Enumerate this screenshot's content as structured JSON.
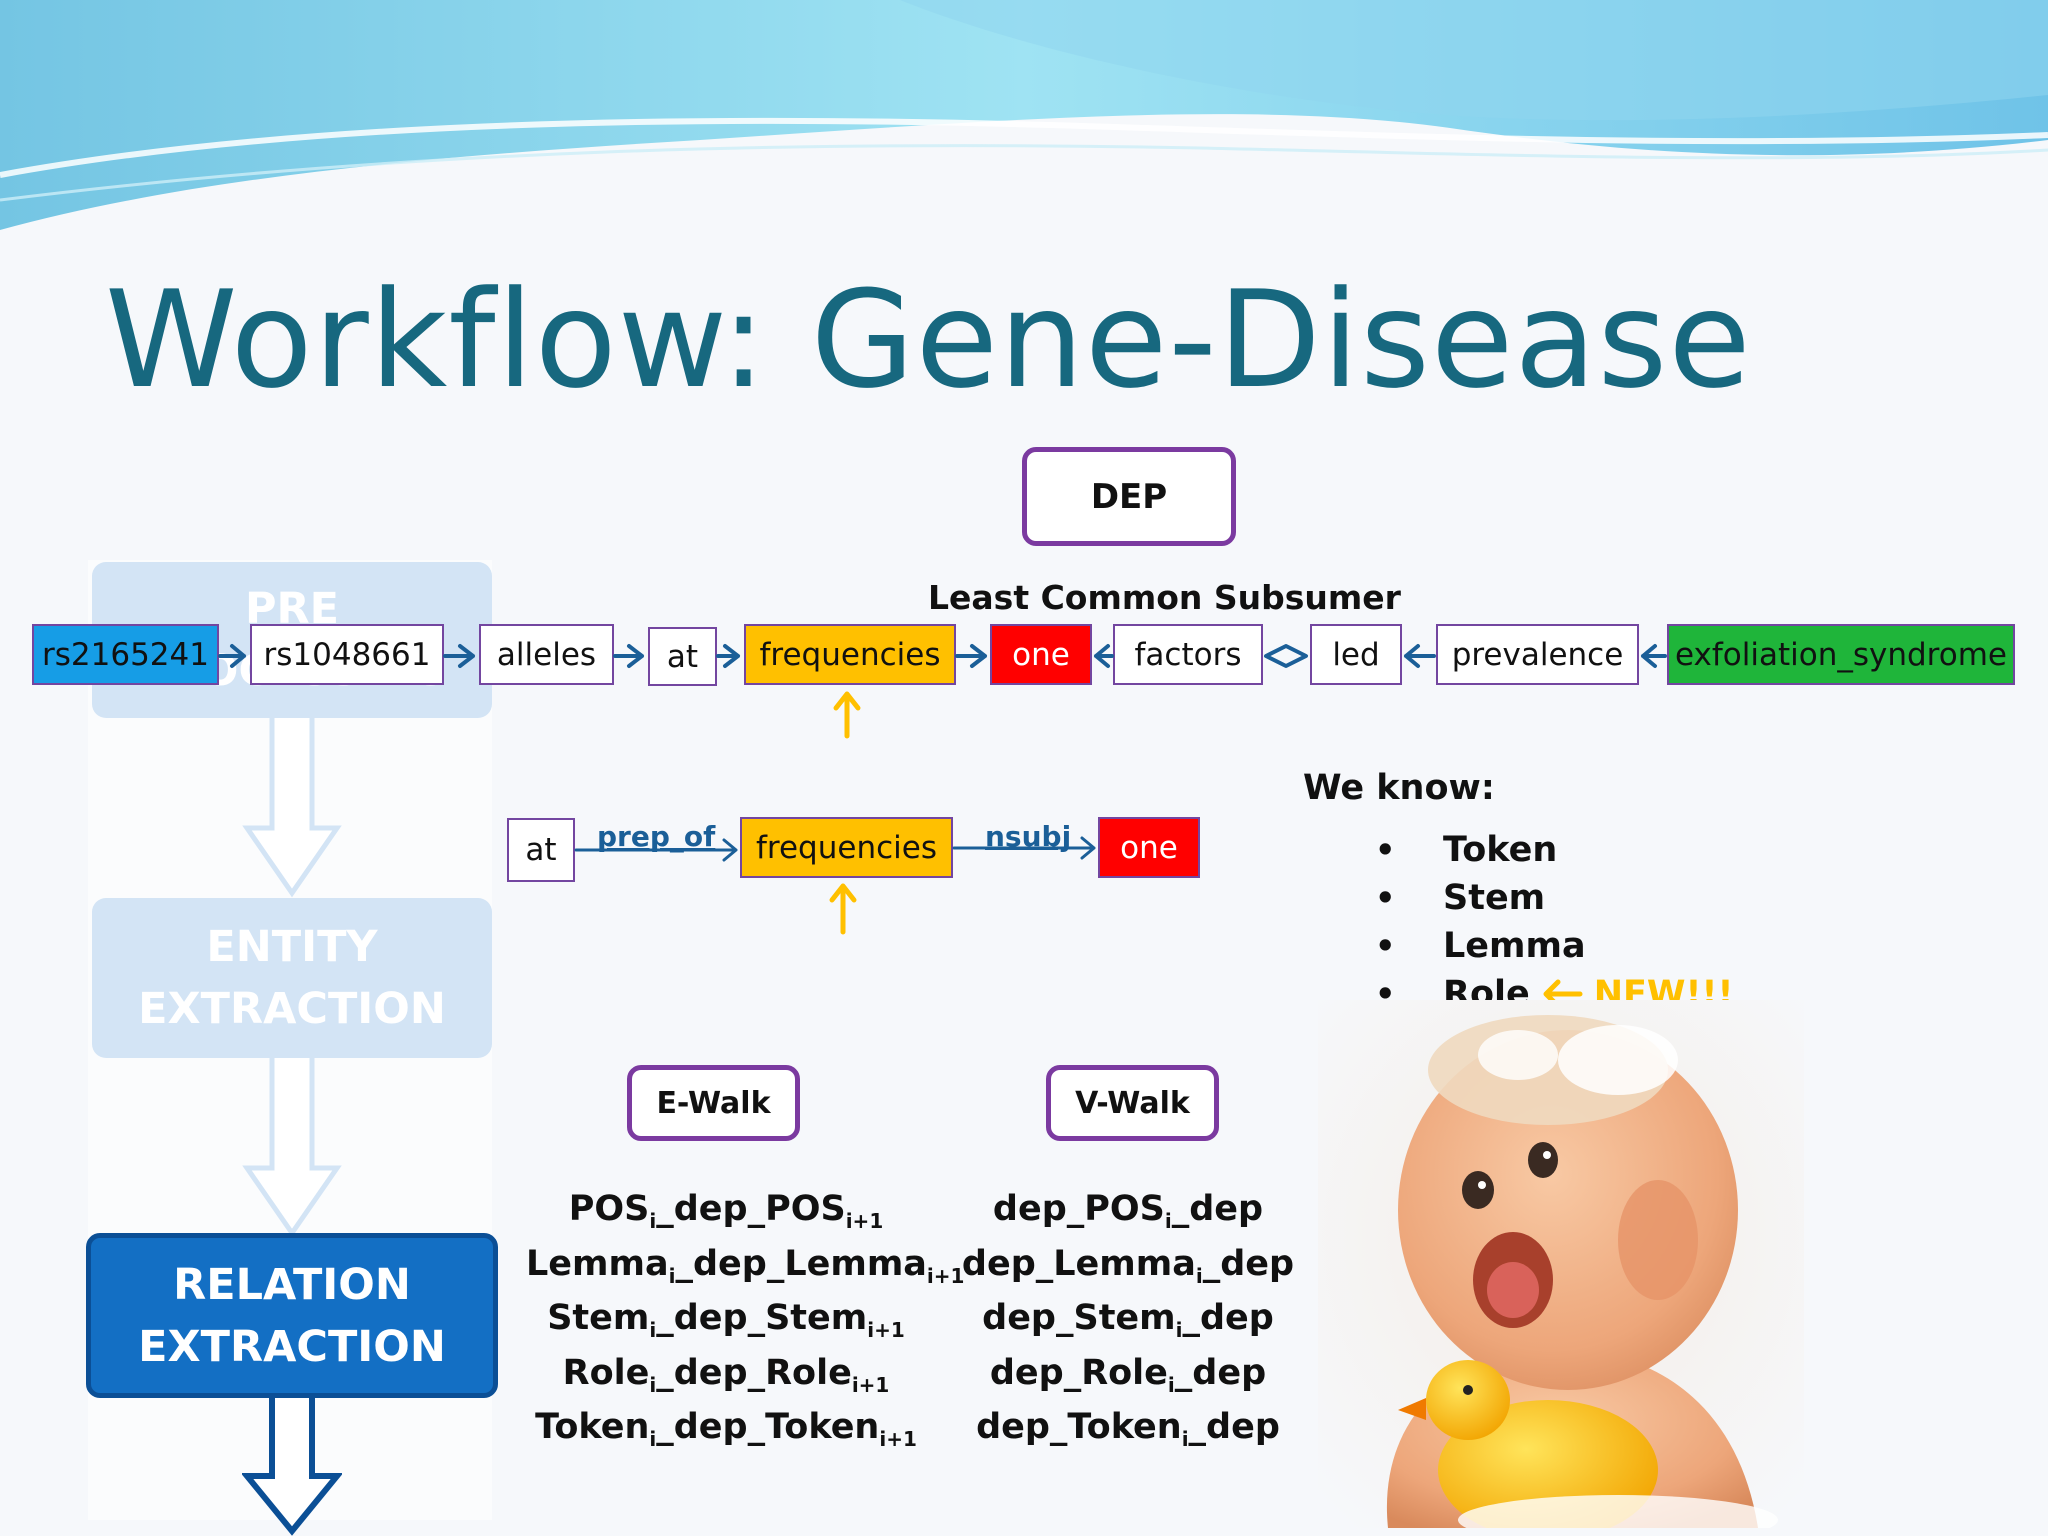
{
  "title": "Workflow: Gene-Disease",
  "sidebar": {
    "steps": [
      {
        "line1": "PRE",
        "line2": "PROCESSING",
        "state": "faded"
      },
      {
        "line1": "ENTITY",
        "line2": "EXTRACTION",
        "state": "faded"
      },
      {
        "line1": "RELATION",
        "line2": "EXTRACTION",
        "state": "active"
      }
    ]
  },
  "dep_label": "DEP",
  "lcs_label": "Least Common Subsumer",
  "sentence": {
    "tokens": [
      {
        "text": "rs2165241",
        "color": "#169de6"
      },
      {
        "text": "rs1048661",
        "color": "#ffffff"
      },
      {
        "text": "alleles",
        "color": "#ffffff"
      },
      {
        "text": "at",
        "color": "#ffffff"
      },
      {
        "text": "frequencies",
        "color": "#ffc000"
      },
      {
        "text": "one",
        "color": "#ff0000"
      },
      {
        "text": "factors",
        "color": "#ffffff"
      },
      {
        "text": "led",
        "color": "#ffffff"
      },
      {
        "text": "prevalence",
        "color": "#ffffff"
      },
      {
        "text": "exfoliation_syndrome",
        "color": "#1fb53a"
      }
    ]
  },
  "path": {
    "tokens": [
      "at",
      "frequencies",
      "one"
    ],
    "relations": [
      "prep_of",
      "nsubj"
    ]
  },
  "we_know": {
    "heading": "We know:",
    "items": [
      "Token",
      "Stem",
      "Lemma",
      "Role"
    ],
    "new_label": "NEW!!!"
  },
  "e_walk": {
    "label": "E-Walk",
    "rows": [
      {
        "a": "POS",
        "ai": "i",
        "mid": "_dep_POS",
        "bi": "i+1"
      },
      {
        "a": "Lemma",
        "ai": "i",
        "mid": "_dep_Lemma",
        "bi": "i+1"
      },
      {
        "a": "Stem",
        "ai": "i",
        "mid": "_dep_Stem",
        "bi": "i+1"
      },
      {
        "a": "Role",
        "ai": "i",
        "mid": "_dep_Role",
        "bi": "i+1"
      },
      {
        "a": "Token",
        "ai": "i",
        "mid": "_dep_Token",
        "bi": "i+1"
      }
    ]
  },
  "v_walk": {
    "label": "V-Walk",
    "rows": [
      {
        "pre": "dep_POS",
        "i": "i",
        "post": "_dep"
      },
      {
        "pre": "dep_Lemma",
        "i": "i",
        "post": "_dep"
      },
      {
        "pre": "dep_Stem",
        "i": "i",
        "post": "_dep"
      },
      {
        "pre": "dep_Role",
        "i": "i",
        "post": "_dep"
      },
      {
        "pre": "dep_Token",
        "i": "i",
        "post": "_dep"
      }
    ]
  },
  "colors": {
    "title": "#17687f",
    "box_border": "#7b3aa0",
    "active_step": "#136fc4",
    "faded_step": "#d3e4f5",
    "arrow": "#1b5f98",
    "highlight_arrow": "#ffc000"
  }
}
